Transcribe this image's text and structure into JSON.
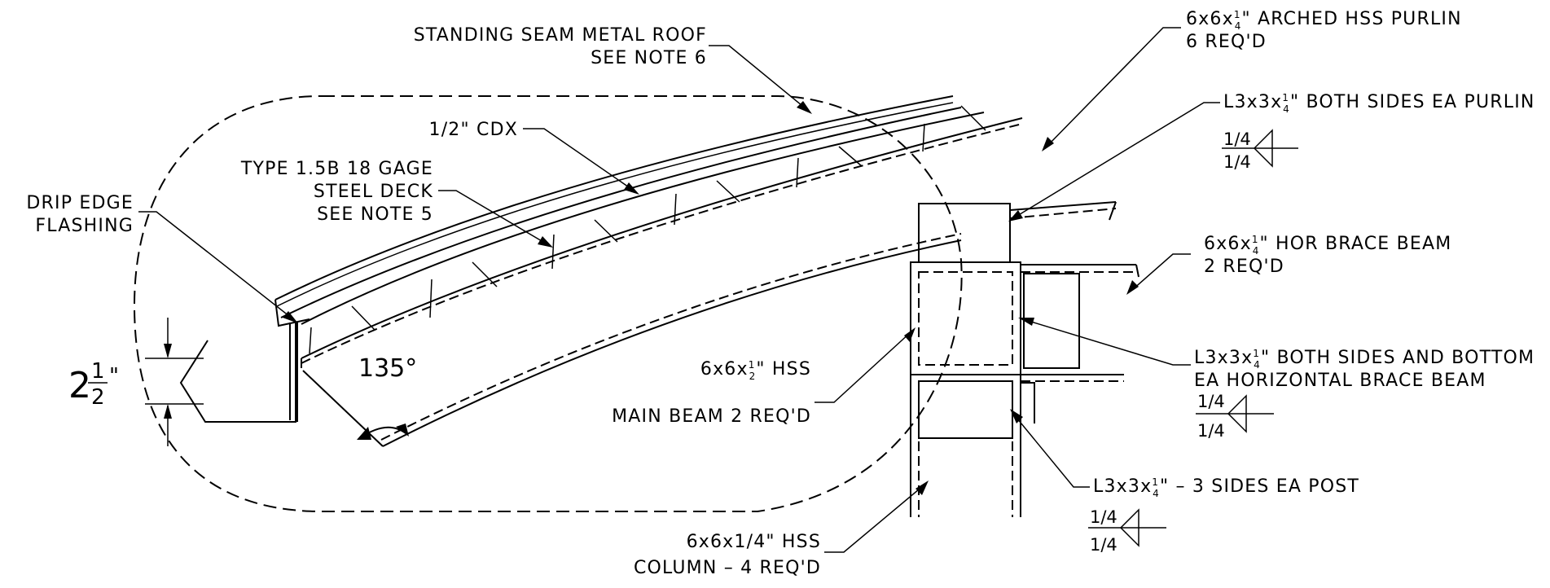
{
  "labels": {
    "roof_1": "STANDING SEAM METAL ROOF",
    "roof_2": "SEE NOTE 6",
    "cdx": "1/2\" CDX",
    "deck_1": "TYPE 1.5B 18 GAGE",
    "deck_2": "STEEL DECK",
    "deck_3": "SEE NOTE 5",
    "drip_1": "DRIP EDGE",
    "drip_2": "FLASHING",
    "purlin_1_a": "6x6x",
    "purlin_1_b": "\" ARCHED HSS PURLIN",
    "purlin_2": "6 REQ'D",
    "angle_purlin_a": "L3x3x",
    "angle_purlin_b": "\" BOTH SIDES EA PURLIN",
    "hor_brace_1_a": "6x6x",
    "hor_brace_1_b": "\" HOR BRACE BEAM",
    "hor_brace_2": "2 REQ'D",
    "angle_brace_1_a": "L3x3x",
    "angle_brace_1_b": "\" BOTH SIDES AND BOTTOM",
    "angle_brace_2": "EA HORIZONTAL BRACE BEAM",
    "main_beam_1_a": "6x6x",
    "main_beam_1_b": "\" HSS",
    "main_beam_2": "MAIN BEAM 2 REQ'D",
    "angle_post_a": "L3x3x",
    "angle_post_b": "\" – 3 SIDES EA POST",
    "column_1": "6x6x1/4\" HSS",
    "column_2": "COLUMN – 4 REQ'D"
  },
  "fractions": {
    "quarter_num": "1",
    "quarter_den": "4",
    "half_num": "1",
    "half_den": "2"
  },
  "weld_symbols": {
    "size_top": "1/4",
    "size_bottom": "1/4"
  },
  "dimension": {
    "whole": "2",
    "num": "1",
    "den": "2",
    "unit": "\""
  },
  "angle": {
    "value": "135°"
  }
}
